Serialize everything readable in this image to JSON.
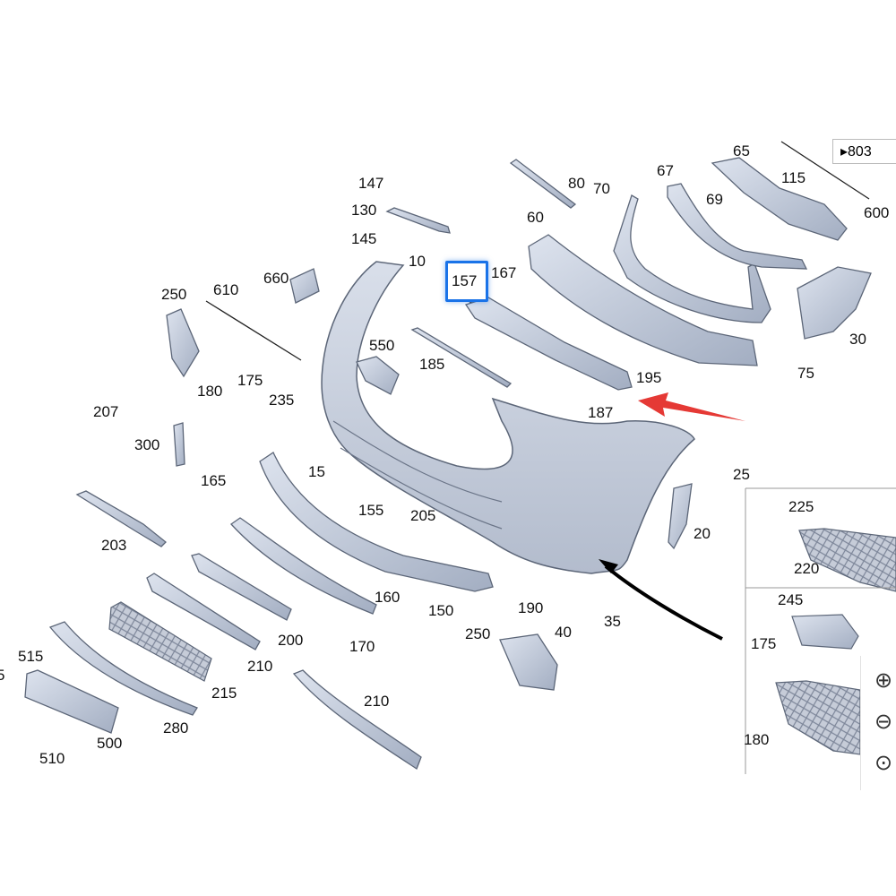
{
  "diagram": {
    "labels": {
      "l147": "147",
      "l130": "130",
      "l145": "145",
      "l10": "10",
      "l660": "660",
      "l157": "157",
      "l167": "167",
      "l80": "80",
      "l70": "70",
      "l60": "60",
      "l65": "65",
      "l67": "67",
      "l69": "69",
      "l115": "115",
      "l600": "600",
      "l250a": "250",
      "l610": "610",
      "l550": "550",
      "l185": "185",
      "l195": "195",
      "l75": "75",
      "l30": "30",
      "l187": "187",
      "l180a": "180",
      "l175a": "175",
      "l235": "235",
      "l207": "207",
      "l300": "300",
      "l165": "165",
      "l15": "15",
      "l155": "155",
      "l205": "205",
      "l25": "25",
      "l20": "20",
      "l203": "203",
      "l160": "160",
      "l150": "150",
      "l190": "190",
      "l35": "35",
      "l40": "40",
      "l250b": "250",
      "l200": "200",
      "l170": "170",
      "l210a": "210",
      "l215": "215",
      "l210b": "210",
      "l515": "515",
      "l5": "5",
      "l280": "280",
      "l500": "500",
      "l510": "510",
      "l225": "225",
      "l220": "220",
      "l245": "245",
      "l175b": "175",
      "l180b": "180"
    },
    "reference": "▸803",
    "highlighted_part": "157",
    "arrow_colors": {
      "highlight": "#1a73e8",
      "red_arrow": "#e53935",
      "black_arrow": "#000000"
    }
  },
  "zoom_controls": {
    "zoom_in": "⊕",
    "zoom_out": "⊖",
    "reset": "⊙"
  }
}
